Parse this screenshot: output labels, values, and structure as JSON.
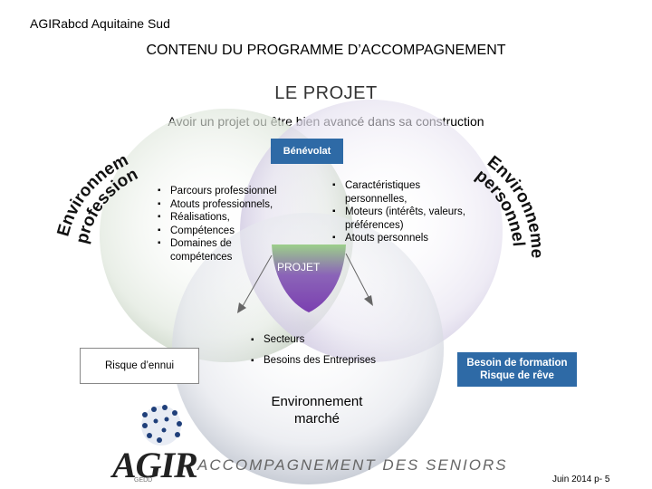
{
  "header": {
    "org": "AGIRabcd Aquitaine Sud",
    "title": "CONTENU DU PROGRAMME D’ACCOMPAGNEMENT",
    "subtitle": "LE PROJET",
    "tagline": "Avoir un  projet ou être bien avancé dans sa construction"
  },
  "diagram": {
    "benevolat": "Bénévolat",
    "left_arc": [
      "Environnement",
      "professionnel"
    ],
    "right_arc": [
      "Environnement",
      "personnel"
    ],
    "left_bullets": [
      "Parcours professionnel",
      "Atouts professionnels,",
      "Réalisations,",
      "Compétences",
      "Domaines de compétences"
    ],
    "right_bullets": [
      "Caractéristiques personnelles,",
      "Moteurs (intérêts, valeurs, préférences)",
      "Atouts personnels"
    ],
    "center": "PROJET",
    "bottom_bullets": [
      "Secteurs",
      "Besoins des Entreprises"
    ],
    "risque_ennui": "Risque d’ennui",
    "besoin_formation": [
      "Besoin de  formation",
      "Risque de rêve"
    ],
    "env_marche": [
      "Environnement",
      "marché"
    ],
    "colors": {
      "box_blue": "#2e6aa6",
      "center_purple": "#7b3fb0",
      "center_green": "#9ccf8a"
    }
  },
  "footer": {
    "logo": "AGIR",
    "logo_sub": "GEDD",
    "logo_tagline": "ACCOMPAGNEMENT DES SENIORS",
    "date": "Juin 2014 p- 5"
  }
}
